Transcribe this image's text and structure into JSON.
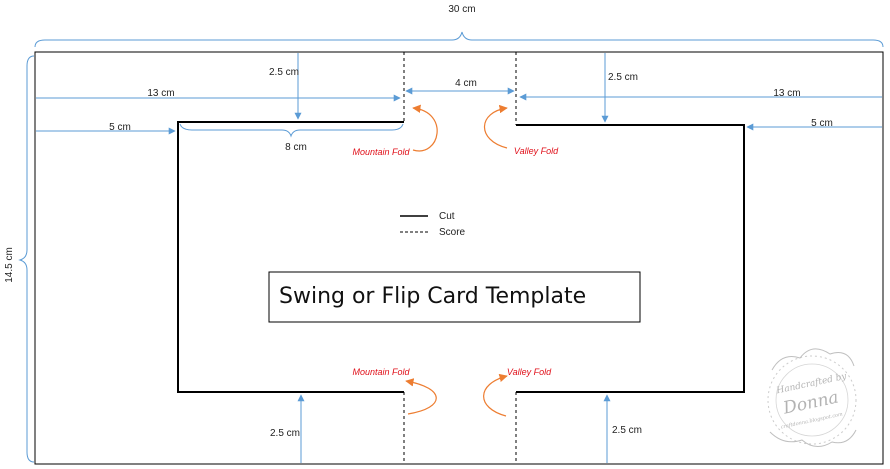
{
  "title": "Swing or Flip Card Template",
  "legend": {
    "cut": "Cut",
    "score": "Score"
  },
  "dimensions": {
    "total_width": "30 cm",
    "total_height": "14.5 cm",
    "left_13": "13 cm",
    "right_13": "13 cm",
    "left_5": "5 cm",
    "right_5": "5 cm",
    "gap_4": "4 cm",
    "top_left_2_5": "2.5 cm",
    "top_right_2_5": "2.5 cm",
    "bottom_left_2_5": "2.5 cm",
    "bottom_right_2_5": "2.5 cm",
    "tab_8": "8 cm"
  },
  "folds": {
    "top_mountain": "Mountain Fold",
    "top_valley": "Valley Fold",
    "bottom_mountain": "Mountain Fold",
    "bottom_valley": "Valley Fold"
  },
  "watermark": {
    "line1": "Handcrafted by",
    "line2": "Donna",
    "line3": "craftdonna.blogspot.com"
  },
  "colors": {
    "arrow": "#5b9bd5",
    "fold_arrow": "#ed7d31",
    "fold_text": "#e0101a",
    "outline": "#000000"
  }
}
